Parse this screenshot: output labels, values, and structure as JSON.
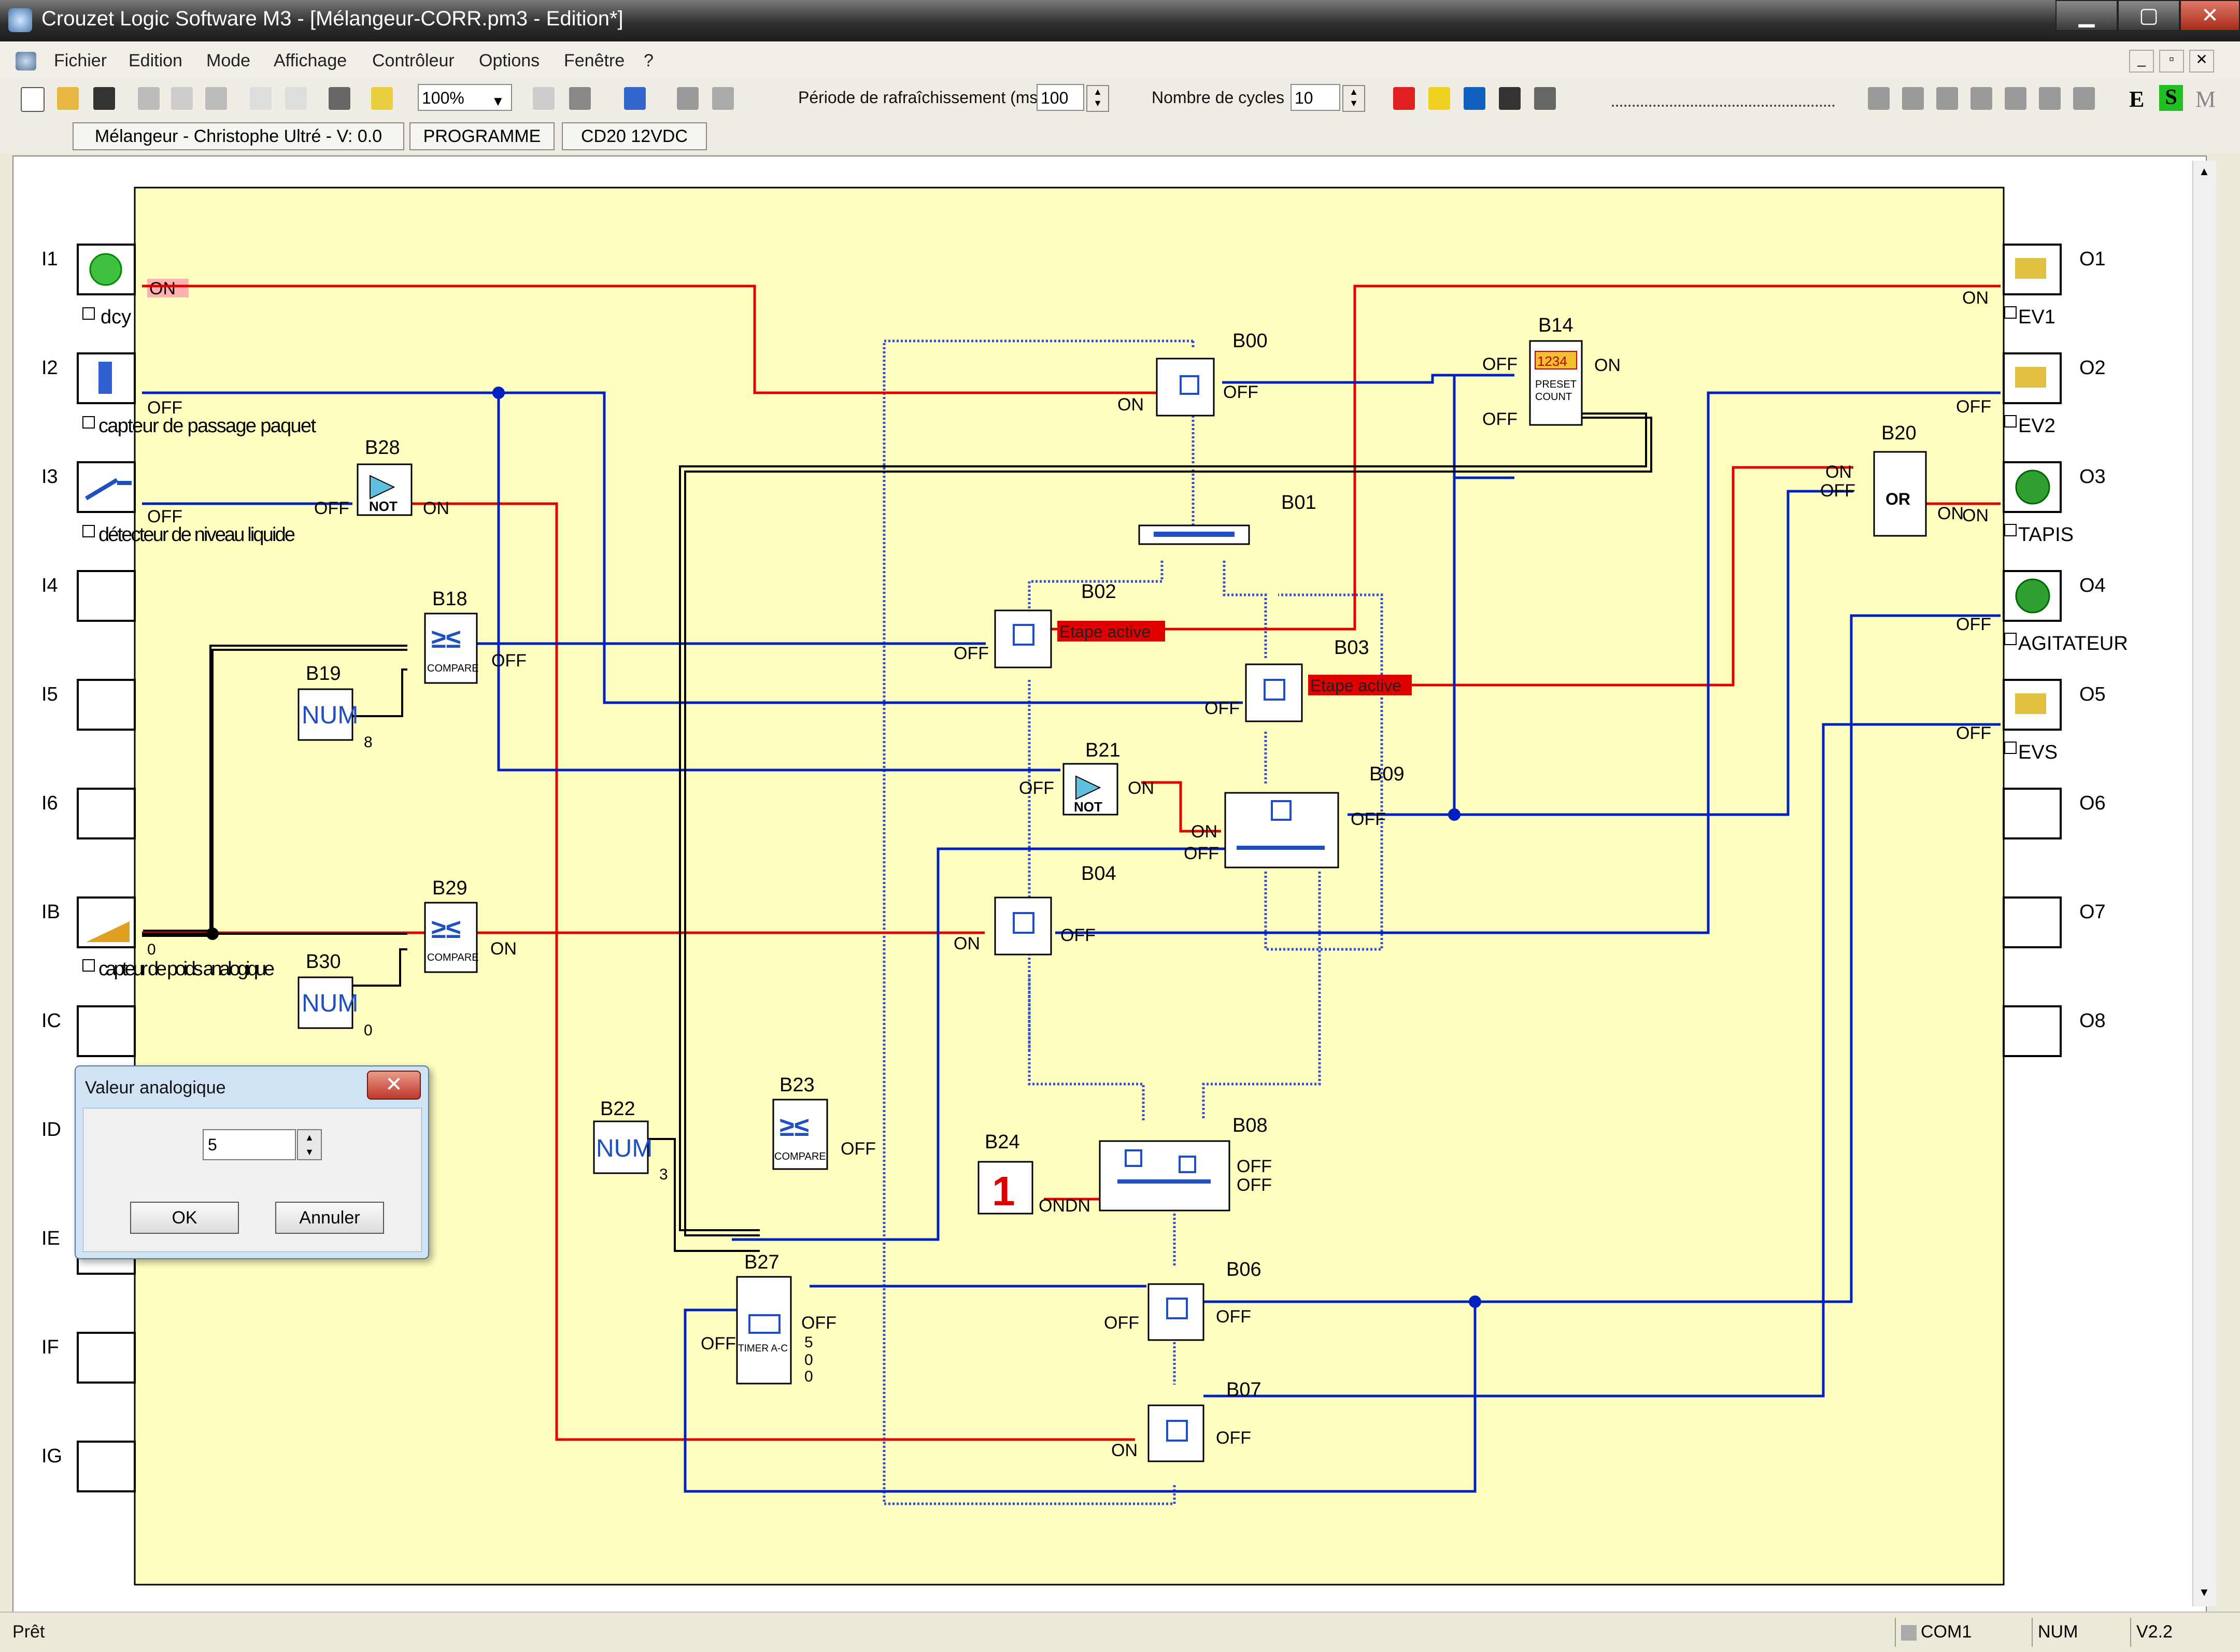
{
  "window": {
    "title": "Crouzet Logic Software M3 - [Mélangeur-CORR.pm3 - Edition*]"
  },
  "menubar": [
    "Fichier",
    "Edition",
    "Mode",
    "Affichage",
    "Contrôleur",
    "Options",
    "Fenêtre",
    "?"
  ],
  "toolbar": {
    "zoom": "100%",
    "refresh_label": "Période de rafraîchissement (ms)",
    "refresh_value": "100",
    "cycles_label": "Nombre de cycles",
    "cycles_value": "10",
    "mode_e": "E",
    "mode_s": "S",
    "mode_m": "M"
  },
  "info": {
    "project": "Mélangeur - Christophe Ultré - V: 0.0",
    "mode": "PROGRAMME",
    "controller": "CD20  12VDC"
  },
  "inputs": [
    {
      "id": "I1",
      "name": "dcy",
      "state": "ON"
    },
    {
      "id": "I2",
      "name": "capteur de passage paquet",
      "state": "OFF"
    },
    {
      "id": "I3",
      "name": "détecteur de niveau liquide",
      "state": "OFF"
    },
    {
      "id": "I4"
    },
    {
      "id": "I5"
    },
    {
      "id": "I6"
    },
    {
      "id": "IB",
      "name": "capteur de poids analogique",
      "state": "0"
    },
    {
      "id": "IC"
    },
    {
      "id": "ID"
    },
    {
      "id": "IE"
    },
    {
      "id": "IF"
    },
    {
      "id": "IG"
    }
  ],
  "outputs": [
    {
      "id": "O1",
      "name": "EV1",
      "state": "ON"
    },
    {
      "id": "O2",
      "name": "EV2",
      "state": "OFF"
    },
    {
      "id": "O3",
      "name": "TAPIS",
      "state": "ON"
    },
    {
      "id": "O4",
      "name": "AGITATEUR",
      "state": "OFF"
    },
    {
      "id": "O5",
      "name": "EVS",
      "state": "OFF"
    },
    {
      "id": "O6"
    },
    {
      "id": "O7"
    },
    {
      "id": "O8"
    }
  ],
  "blocks": {
    "B00": "B00",
    "B01": "B01",
    "B02": "B02",
    "B03": "B03",
    "B04": "B04",
    "B06": "B06",
    "B07": "B07",
    "B08": "B08",
    "B09": "B09",
    "B14": "B14",
    "B18": "B18",
    "B19": "B19",
    "B20": "B20",
    "B21": "B21",
    "B22": "B22",
    "B23": "B23",
    "B24": "B24",
    "B27": "B27",
    "B28": "B28",
    "B29": "B29",
    "B30": "B30"
  },
  "block_text": {
    "not": "NOT",
    "or": "OR",
    "compare": "COMPARE",
    "num": "NUM",
    "counter_digits": "1234",
    "counter_label1": "PRESET",
    "counter_label2": "COUNT",
    "timer": "TIMER A-C",
    "const": "1",
    "etape": "Etape active"
  },
  "values": {
    "on": "ON",
    "off": "OFF",
    "ondn": "ONDN",
    "zero": "0",
    "three": "3",
    "five": "5",
    "eight": "8"
  },
  "dialog": {
    "title": "Valeur analogique",
    "value": "5",
    "ok": "OK",
    "cancel": "Annuler"
  },
  "status": {
    "ready": "Prêt",
    "port": "COM1",
    "num": "NUM",
    "version": "V2.2"
  },
  "colors": {
    "canvas": "#ffffc0",
    "on_wire": "#e00000",
    "off_wire": "#0020c0",
    "block_border": "#000000"
  }
}
